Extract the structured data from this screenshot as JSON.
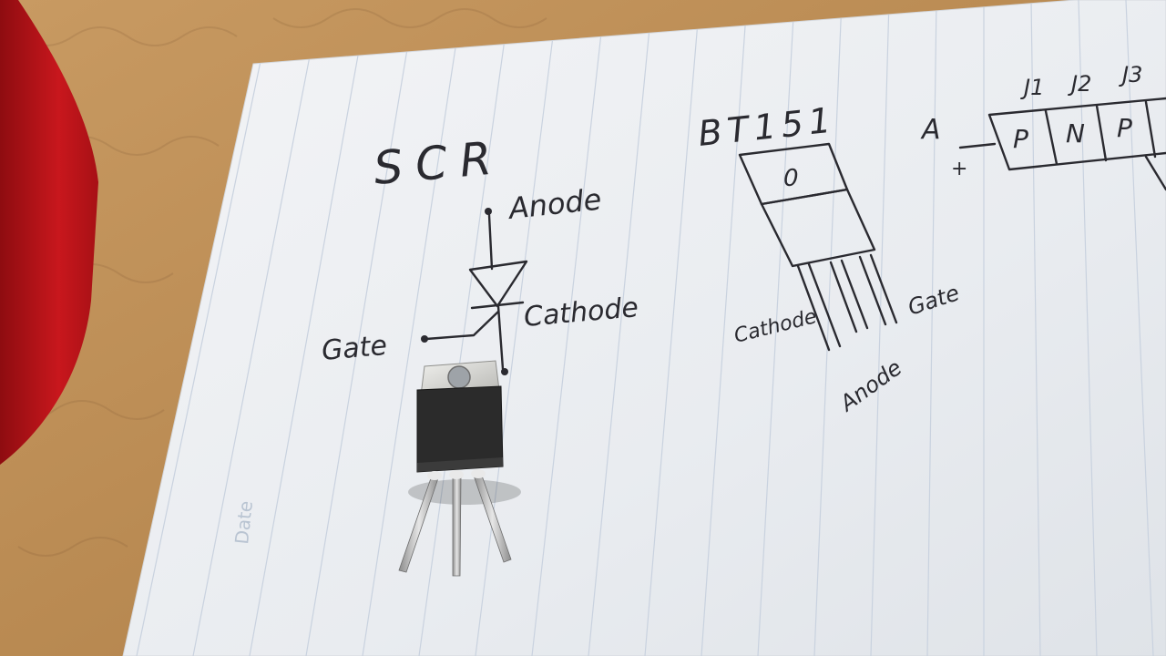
{
  "photo": {
    "date_label": "Date"
  },
  "symbol_sketch": {
    "title": "SCR",
    "anode_label": "Anode",
    "cathode_label": "Cathode",
    "gate_label": "Gate"
  },
  "package_sketch": {
    "part_number": "BT151",
    "tab_mark": "0",
    "cathode_label": "Cathode",
    "anode_label": "Anode",
    "gate_label": "Gate"
  },
  "layer_sketch": {
    "junctions": [
      "J1",
      "J2",
      "J3"
    ],
    "layers": [
      "P",
      "N",
      "P"
    ],
    "terminal": "A",
    "polarity": "+"
  },
  "colors": {
    "towel": "#c79a62",
    "paper": "#eef0f3",
    "ruling": "#c9d2df",
    "ink": "#2a2a30",
    "red_object": "#c6161c",
    "component_body": "#2b2b2b",
    "component_tab": "#d9d9d6"
  }
}
